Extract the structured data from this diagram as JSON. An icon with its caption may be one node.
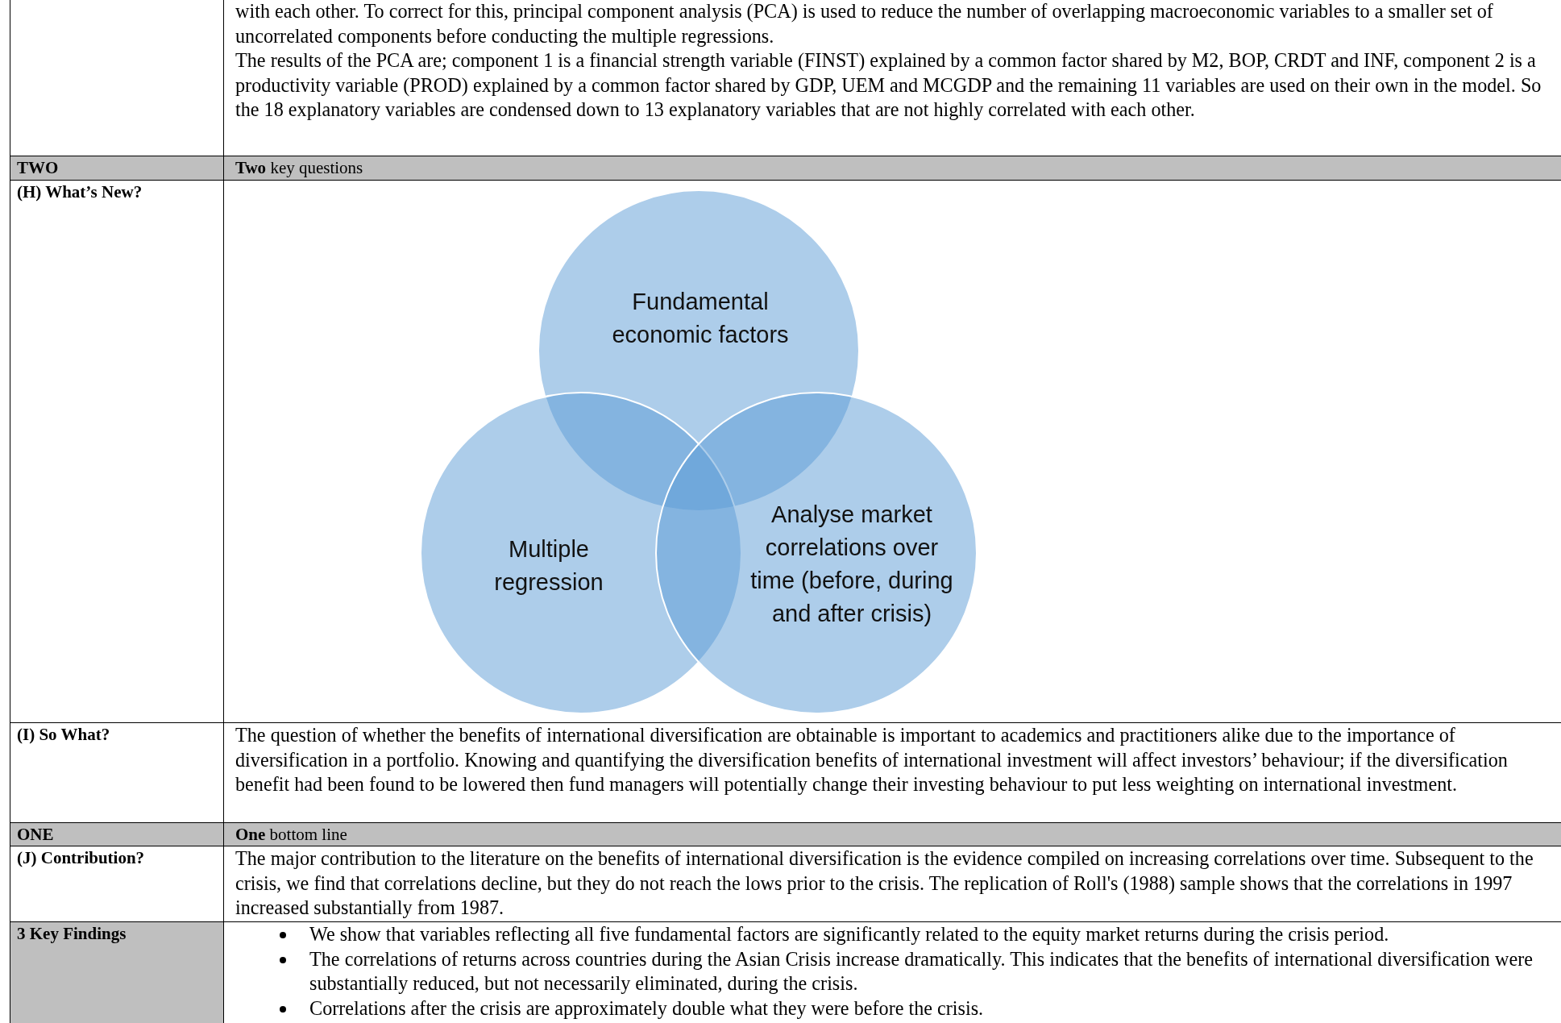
{
  "diagram": {
    "nodes": [
      {
        "text": [
          "Fundamental economic factors"
        ]
      },
      {
        "text": [
          "Multiple regression"
        ]
      },
      {
        "text": [
          "Analyse market correlations over time (before, during and after crisis)"
        ]
      }
    ],
    "labels": [
      "with each other. To correct for this, principal component analysis (PCA) is used to reduce the number of overlapping macroeconomic variables to a smaller set of uncorrelated components before conducting the multiple regressions.",
      "The results of the PCA are; component 1 is a financial strength variable (FINST) explained by a common factor shared by M2, BOP, CRDT and INF, component 2 is a productivity variable (PROD) explained by a common factor shared by GDP, UEM and MCGDP and the remaining 11 variables are used on their own in the model. So the 18 explanatory variables are condensed down to 13 explanatory variables that are not highly correlated with each other.",
      "TWO",
      "**Two** key questions",
      "(H) What’s New?",
      "(I) So What?",
      "The question of whether the benefits of international diversification are obtainable is important to academics and practitioners alike due to the importance of diversification in a portfolio. Knowing and quantifying the diversification benefits of international investment will affect investors’ behaviour; if the diversification benefit had been found to be lowered then fund managers will potentially change their investing behaviour to put less weighting on international investment.",
      "ONE",
      "**One** bottom line",
      "(J) Contribution?",
      "The major contribution to the literature on the benefits of international diversification is the evidence compiled on increasing correlations over time. Subsequent to the crisis, we find that correlations decline, but they do not reach the lows prior to the crisis. The replication of Roll's (1988) sample shows that the correlations in 1997 increased substantially from 1987.",
      "3 Key Findings",
      "We show that variables reflecting all five fundamental factors are significantly related to the equity market returns during the crisis period.",
      "The correlations of returns across countries during the Asian Crisis increase dramatically. This indicates that the benefits of international diversification were substantially reduced, but not necessarily eliminated, during the crisis.",
      "Correlations after the crisis are approximately double what they were before the crisis."
    ]
  }
}
